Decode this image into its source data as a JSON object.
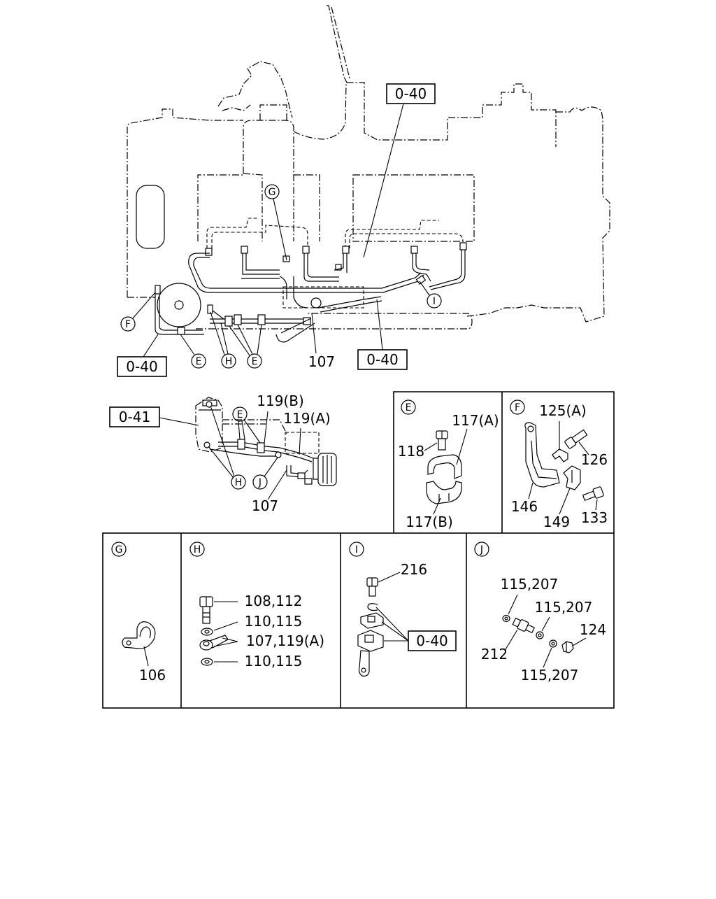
{
  "main_view": {
    "ref_top": "0-40",
    "ref_left": "0-40",
    "ref_bottom": "0-40",
    "callout_g": "G",
    "callout_i": "I",
    "callout_f": "F",
    "callout_e_left": "E",
    "callout_h": "H",
    "callout_e_right": "E",
    "part_107": "107"
  },
  "sub_view": {
    "ref": "0-41",
    "part_119b": "119(B)",
    "part_119a": "119(A)",
    "part_107": "107",
    "callout_e": "E",
    "callout_h": "H",
    "callout_j": "J"
  },
  "detail_e": {
    "label": "E",
    "part_117a": "117(A)",
    "part_118": "118",
    "part_117b": "117(B)"
  },
  "detail_f": {
    "label": "F",
    "part_125a": "125(A)",
    "part_126": "126",
    "part_146": "146",
    "part_149": "149",
    "part_133": "133"
  },
  "detail_g": {
    "label": "G",
    "part_106": "106"
  },
  "detail_h": {
    "label": "H",
    "part_bolt": "108,112",
    "part_washer_upper": "110,115",
    "part_clamp": "107,119(A)",
    "part_washer_lower": "110,115"
  },
  "detail_i": {
    "label": "I",
    "part_216": "216",
    "ref": "0-40"
  },
  "detail_j": {
    "label": "J",
    "part_washer_a": "115,207",
    "part_washer_b": "115,207",
    "part_124": "124",
    "part_212": "212",
    "part_washer_c": "115,207"
  },
  "colors": {
    "line": "#000000",
    "background": "#ffffff"
  }
}
